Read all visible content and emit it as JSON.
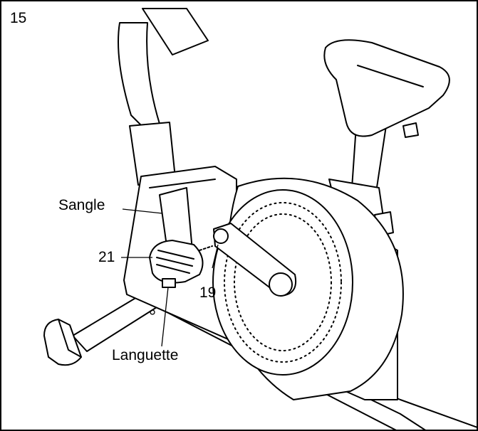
{
  "step_number": "15",
  "callouts": {
    "strap": "Sangle",
    "part_21": "21",
    "part_19": "19",
    "tab": "Languette"
  }
}
